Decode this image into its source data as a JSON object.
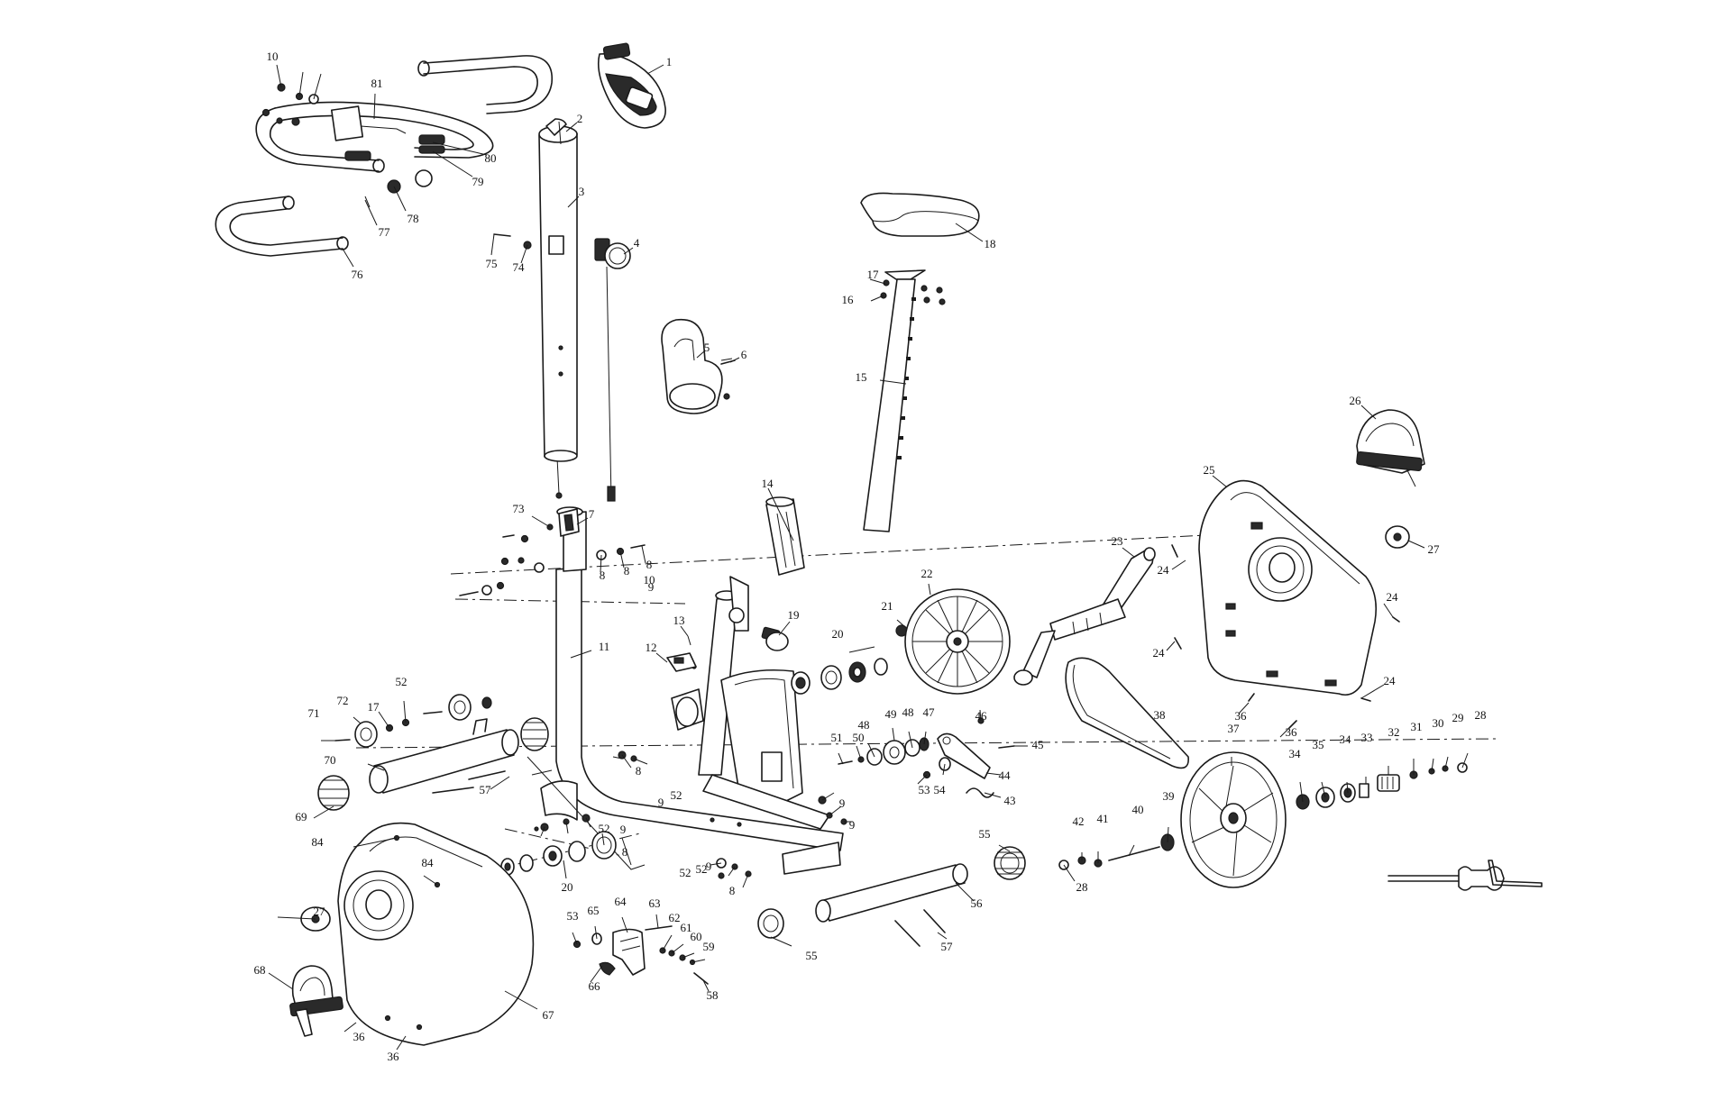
{
  "colors": {
    "line": "#1a1a1a",
    "background": "#ffffff"
  },
  "callouts": [
    "1",
    "2",
    "3",
    "4",
    "5",
    "6",
    "7",
    "8",
    "8",
    "8",
    "8",
    "8",
    "8",
    "9",
    "9",
    "9",
    "9",
    "9",
    "9",
    "10",
    "10",
    "11",
    "12",
    "13",
    "14",
    "15",
    "16",
    "17",
    "17",
    "18",
    "19",
    "20",
    "20",
    "21",
    "22",
    "23",
    "24",
    "24",
    "24",
    "24",
    "25",
    "26",
    "27",
    "27",
    "28",
    "28",
    "29",
    "30",
    "31",
    "32",
    "33",
    "34",
    "34",
    "35",
    "36",
    "36",
    "36",
    "36",
    "37",
    "38",
    "39",
    "40",
    "41",
    "42",
    "43",
    "44",
    "45",
    "46",
    "47",
    "48",
    "48",
    "49",
    "50",
    "51",
    "52",
    "52",
    "52",
    "52",
    "52",
    "53",
    "53",
    "54",
    "55",
    "55",
    "56",
    "57",
    "57",
    "58",
    "59",
    "60",
    "61",
    "62",
    "63",
    "64",
    "65",
    "66",
    "67",
    "68",
    "69",
    "70",
    "71",
    "72",
    "73",
    "74",
    "75",
    "76",
    "77",
    "78",
    "79",
    "80",
    "81",
    "84",
    "84"
  ]
}
